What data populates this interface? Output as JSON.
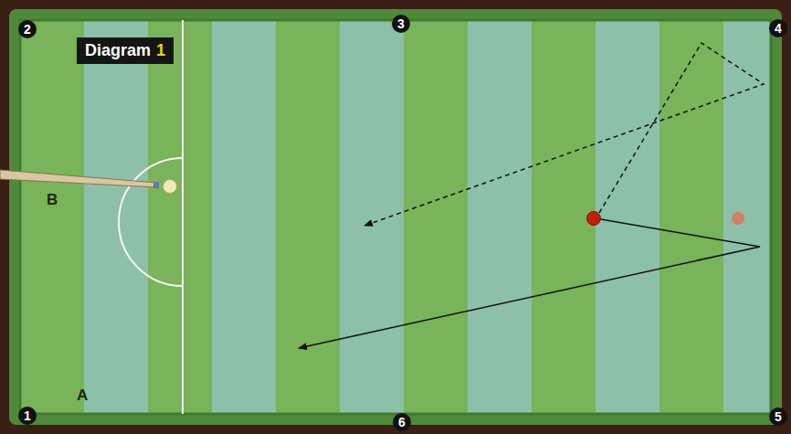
{
  "diagram": {
    "nodes": [
      {
        "text": [
          "Diagram",
          "1"
        ]
      }
    ],
    "labels": [
      "2",
      "3",
      "4",
      "1",
      "6",
      "5",
      "A",
      "B"
    ]
  }
}
